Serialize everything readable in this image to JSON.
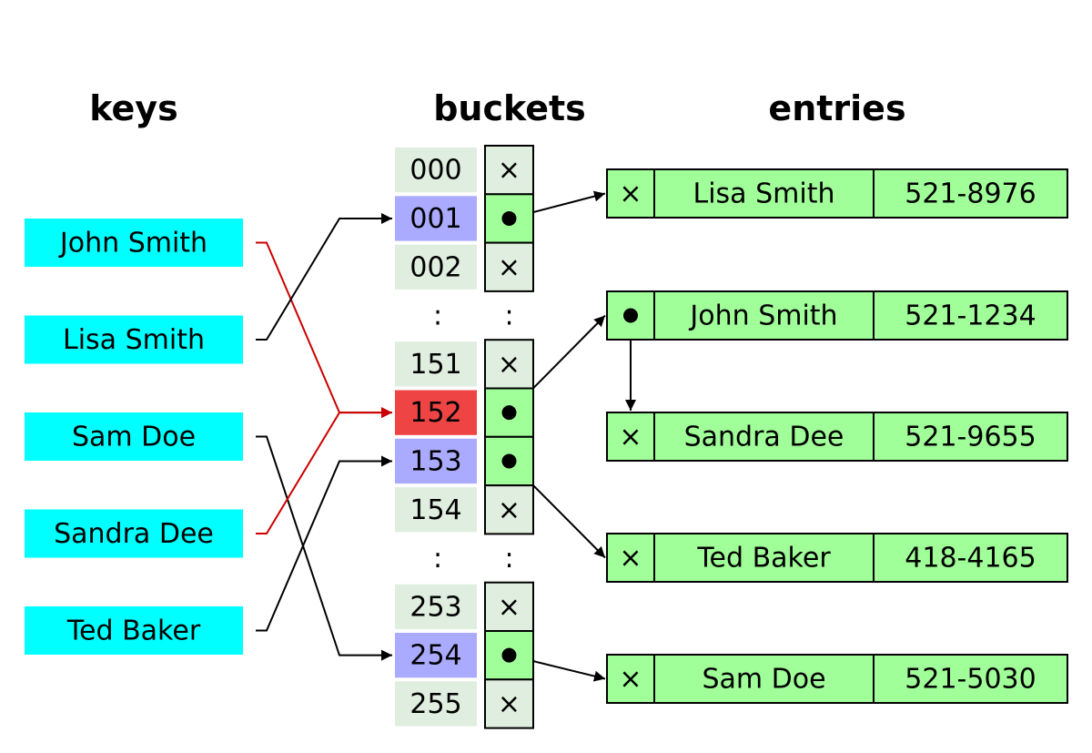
{
  "headers": {
    "keys": "keys",
    "buckets": "buckets",
    "entries": "entries"
  },
  "keys": [
    "John Smith",
    "Lisa Smith",
    "Sam Doe",
    "Sandra Dee",
    "Ted Baker"
  ],
  "buckets": [
    {
      "num": "000",
      "slot": "empty",
      "state": "normal"
    },
    {
      "num": "001",
      "slot": "pointer",
      "state": "used"
    },
    {
      "num": "002",
      "slot": "empty",
      "state": "normal"
    },
    {
      "num": ":",
      "slot": ":",
      "state": "ellipsis"
    },
    {
      "num": "151",
      "slot": "empty",
      "state": "normal"
    },
    {
      "num": "152",
      "slot": "pointer",
      "state": "collision"
    },
    {
      "num": "153",
      "slot": "pointer",
      "state": "used"
    },
    {
      "num": "154",
      "slot": "empty",
      "state": "normal"
    },
    {
      "num": ":",
      "slot": ":",
      "state": "ellipsis"
    },
    {
      "num": "253",
      "slot": "empty",
      "state": "normal"
    },
    {
      "num": "254",
      "slot": "pointer",
      "state": "used"
    },
    {
      "num": "255",
      "slot": "empty",
      "state": "normal"
    }
  ],
  "entries": [
    {
      "next": "empty",
      "name": "Lisa Smith",
      "phone": "521-8976"
    },
    {
      "next": "pointer",
      "name": "John Smith",
      "phone": "521-1234"
    },
    {
      "next": "empty",
      "name": "Sandra Dee",
      "phone": "521-9655"
    },
    {
      "next": "empty",
      "name": "Ted Baker",
      "phone": "418-4165"
    },
    {
      "next": "empty",
      "name": "Sam Doe",
      "phone": "521-5030"
    }
  ],
  "symbols": {
    "empty": "×",
    "pointer": "●"
  },
  "colors": {
    "key_fill": "#00ffff",
    "bucket_normal": "#dfeedf",
    "bucket_used": "#aaaaff",
    "bucket_collision": "#ee4444",
    "slot_empty": "#dfeedf",
    "slot_pointer": "#a0ff98",
    "entry_fill": "#a0ff98",
    "collision_wire": "#cc0000"
  },
  "links": [
    {
      "from_key": "John Smith",
      "to_bucket": "152",
      "collision": true
    },
    {
      "from_key": "Lisa Smith",
      "to_bucket": "001",
      "collision": false
    },
    {
      "from_key": "Sam Doe",
      "to_bucket": "254",
      "collision": false
    },
    {
      "from_key": "Sandra Dee",
      "to_bucket": "152",
      "collision": true
    },
    {
      "from_key": "Ted Baker",
      "to_bucket": "153",
      "collision": false
    },
    {
      "from_bucket": "001",
      "to_entry": "Lisa Smith"
    },
    {
      "from_bucket": "152",
      "to_entry": "John Smith"
    },
    {
      "from_entry": "John Smith",
      "to_entry": "Sandra Dee"
    },
    {
      "from_bucket": "153",
      "to_entry": "Ted Baker"
    },
    {
      "from_bucket": "254",
      "to_entry": "Sam Doe"
    }
  ]
}
